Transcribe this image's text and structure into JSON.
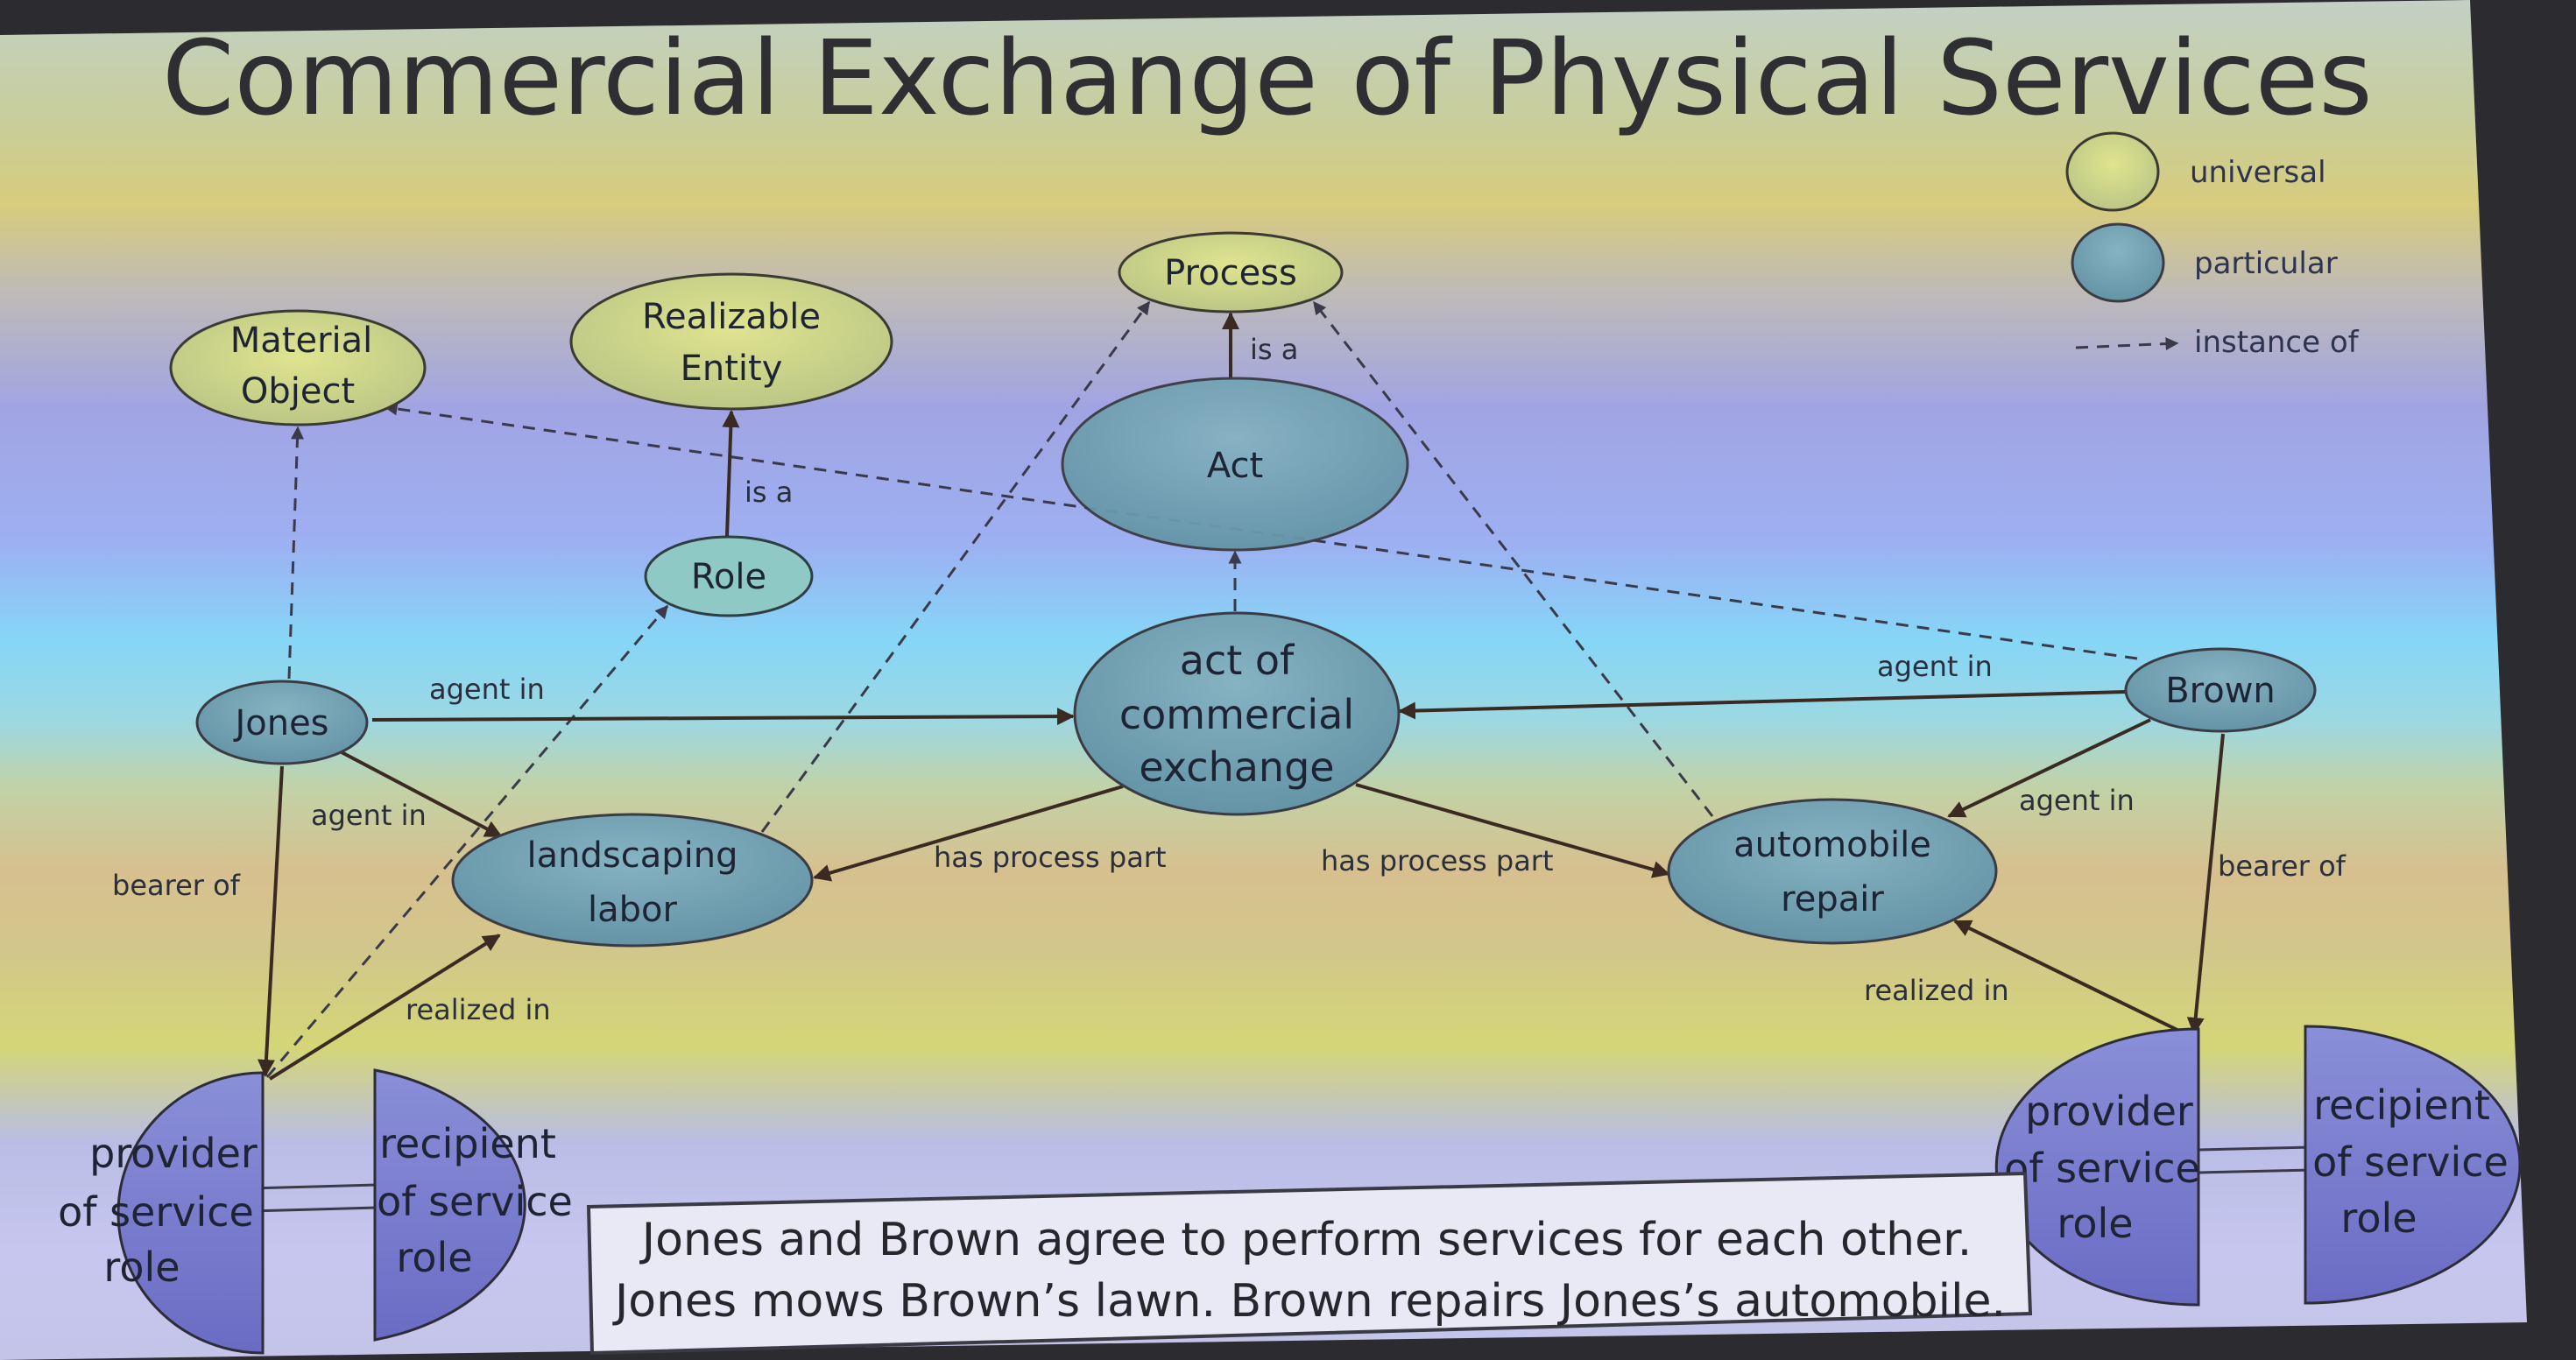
{
  "title": "Commercial Exchange of Physical Services",
  "legend": {
    "universal": "universal",
    "particular": "particular",
    "instance_of": "instance of"
  },
  "nodes": {
    "material_object": [
      "Material",
      "Object"
    ],
    "realizable_entity": [
      "Realizable",
      "Entity"
    ],
    "process": "Process",
    "act": "Act",
    "role": "Role",
    "jones": "Jones",
    "brown": "Brown",
    "act_of_commercial_exchange": [
      "act of",
      "commercial",
      "exchange"
    ],
    "landscaping_labor": [
      "landscaping",
      "labor"
    ],
    "automobile_repair": [
      "automobile",
      "repair"
    ],
    "left_provider_role": [
      "provider",
      "of service",
      "role"
    ],
    "left_recipient_role": [
      "recipient",
      "of service",
      "role"
    ],
    "right_provider_role": [
      "provider",
      "of service",
      "role"
    ],
    "right_recipient_role": [
      "recipient",
      "of service",
      "role"
    ]
  },
  "edge_labels": {
    "is_a_act": "is a",
    "is_a_role": "is a",
    "jones_agent_in_exchange": "agent in",
    "brown_agent_in_exchange": "agent in",
    "jones_agent_in_labor": "agent in",
    "brown_agent_in_repair": "agent in",
    "exchange_part_labor": "has process part",
    "exchange_part_repair": "has process part",
    "jones_bearer_of": "bearer of",
    "brown_bearer_of": "bearer of",
    "left_realized_in": "realized in",
    "right_realized_in": "realized in"
  },
  "caption": [
    "Jones and Brown agree to perform services for each other.",
    "Jones mows Brown’s lawn. Brown repairs Jones’s automobile."
  ],
  "colors": {
    "universal": "#d6dc78",
    "particular": "#6f9fae",
    "role": "#7a7fd6"
  }
}
